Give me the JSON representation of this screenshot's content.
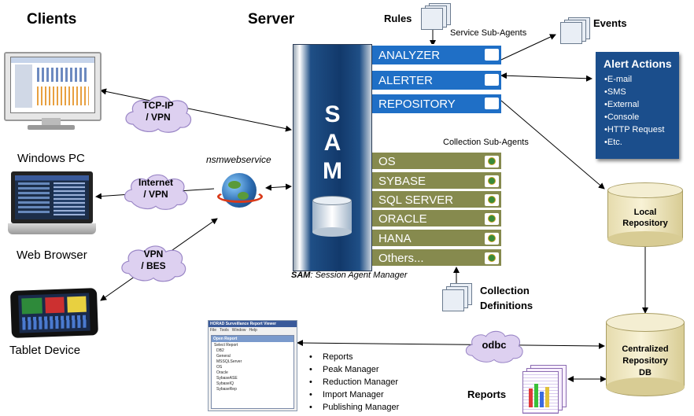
{
  "headers": {
    "clients": "Clients",
    "server": "Server"
  },
  "devices": {
    "windows_pc": "Windows PC",
    "web_browser": "Web Browser",
    "tablet": "Tablet Device"
  },
  "clouds": {
    "tcpip": [
      "TCP-IP",
      "/ VPN"
    ],
    "internet": [
      "Internet",
      "/ VPN"
    ],
    "vpn": [
      "VPN",
      "/ BES"
    ],
    "odbc": [
      "odbc"
    ]
  },
  "nsm_label": "nsmwebservice",
  "sam": {
    "letters": [
      "S",
      "A",
      "M"
    ],
    "caption_bold": "SAM",
    "caption_rest": ": Session Agent Manager"
  },
  "rules_label": "Rules",
  "service_sub_agents": "Service Sub-Agents",
  "collection_sub_agents": "Collection Sub-Agents",
  "service_rows": [
    "ANALYZER",
    "ALERTER",
    "REPOSITORY"
  ],
  "collection_rows": [
    "OS",
    "SYBASE",
    "SQL SERVER",
    "ORACLE",
    "HANA",
    "Others..."
  ],
  "events_label": "Events",
  "alert_actions": {
    "title": "Alert Actions",
    "items": [
      "•E-mail",
      "•SMS",
      "•External",
      "•Console",
      "•HTTP Request",
      "•Etc."
    ]
  },
  "local_repo": [
    "Local",
    "Repository"
  ],
  "central_repo": [
    "Centralized",
    "Repository",
    "DB"
  ],
  "collection_defs": [
    "Collection",
    "Definitions"
  ],
  "reports_label": "Reports",
  "report_features": [
    "Reports",
    "Peak Manager",
    "Reduction Manager",
    "Import Manager",
    "Publishing Manager"
  ],
  "report_window": {
    "title": "HORAD Surveillance Report Viewer",
    "menu": [
      "File",
      "Tools",
      "Window",
      "Help"
    ],
    "dialog": "Open Report",
    "select": "Select Report",
    "tree": [
      "DB2",
      "General",
      "MSSQLServer",
      "OS",
      "Oracle",
      "SybaseASE",
      "SybaseIQ",
      "SybaseRep"
    ]
  },
  "colors": {
    "service_blue": "#1f6fc6",
    "collection_olive": "#868a4e",
    "alert_bg": "#1b4e8c",
    "cloud": "#ddd0f0"
  }
}
